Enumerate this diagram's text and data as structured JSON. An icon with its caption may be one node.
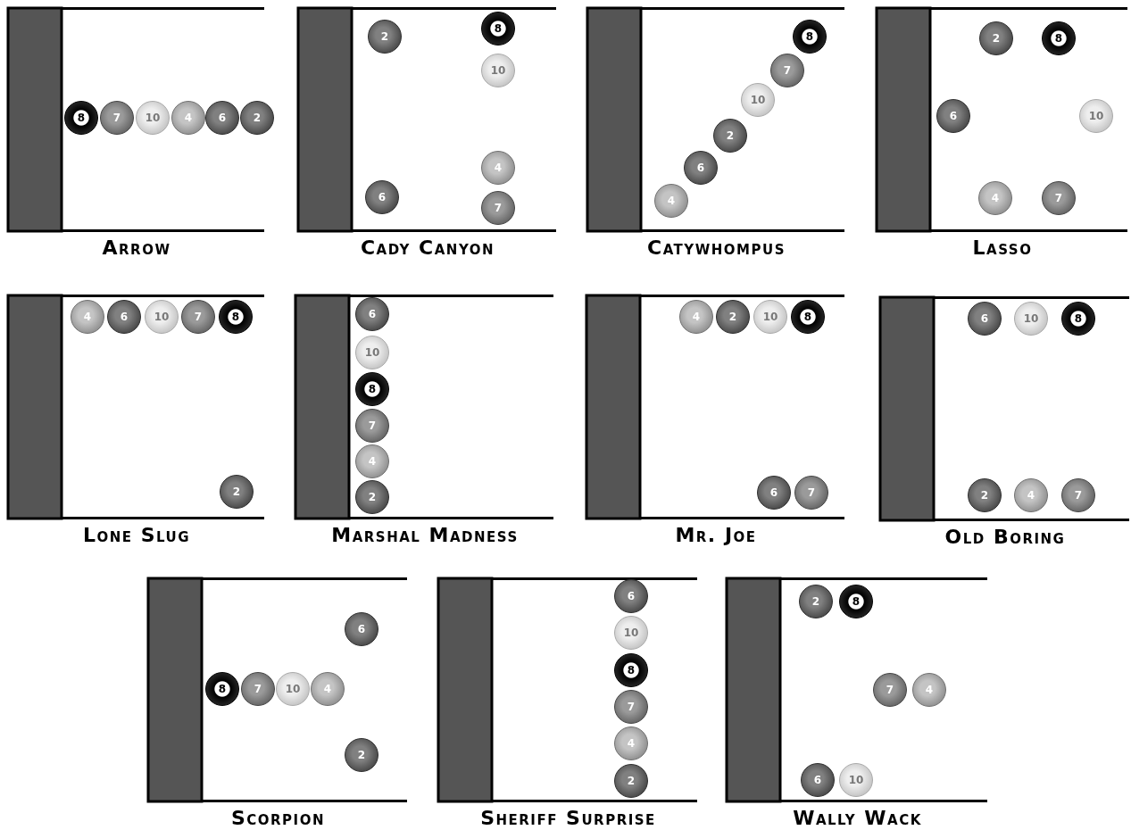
{
  "diagram": {
    "nodes": [
      {
        "text": [
          "Arrow"
        ]
      },
      {
        "text": [
          "8"
        ],
        "in": 0
      },
      {
        "text": [
          "7"
        ],
        "in": 0
      },
      {
        "text": [
          "10"
        ],
        "in": 0
      },
      {
        "text": [
          "4"
        ],
        "in": 0
      },
      {
        "text": [
          "6"
        ],
        "in": 0
      },
      {
        "text": [
          "2"
        ],
        "in": 0
      },
      {
        "text": [
          "Cady Canyon"
        ]
      },
      {
        "text": [
          "2"
        ],
        "in": 7
      },
      {
        "text": [
          "8"
        ],
        "in": 7
      },
      {
        "text": [
          "10"
        ],
        "in": 7
      },
      {
        "text": [
          "4"
        ],
        "in": 7
      },
      {
        "text": [
          "6"
        ],
        "in": 7
      },
      {
        "text": [
          "7"
        ],
        "in": 7
      },
      {
        "text": [
          "Catywhompus"
        ]
      },
      {
        "text": [
          "8"
        ],
        "in": 14
      },
      {
        "text": [
          "7"
        ],
        "in": 14
      },
      {
        "text": [
          "10"
        ],
        "in": 14
      },
      {
        "text": [
          "2"
        ],
        "in": 14
      },
      {
        "text": [
          "6"
        ],
        "in": 14
      },
      {
        "text": [
          "4"
        ],
        "in": 14
      },
      {
        "text": [
          "Lasso"
        ]
      },
      {
        "text": [
          "2"
        ],
        "in": 21
      },
      {
        "text": [
          "8"
        ],
        "in": 21
      },
      {
        "text": [
          "6"
        ],
        "in": 21
      },
      {
        "text": [
          "10"
        ],
        "in": 21
      },
      {
        "text": [
          "4"
        ],
        "in": 21
      },
      {
        "text": [
          "7"
        ],
        "in": 21
      },
      {
        "text": [
          "Lone Slug"
        ]
      },
      {
        "text": [
          "4"
        ],
        "in": 28
      },
      {
        "text": [
          "6"
        ],
        "in": 28
      },
      {
        "text": [
          "10"
        ],
        "in": 28
      },
      {
        "text": [
          "7"
        ],
        "in": 28
      },
      {
        "text": [
          "8"
        ],
        "in": 28
      },
      {
        "text": [
          "2"
        ],
        "in": 28
      },
      {
        "text": [
          "Marshal Madness"
        ]
      },
      {
        "text": [
          "6"
        ],
        "in": 35
      },
      {
        "text": [
          "10"
        ],
        "in": 35
      },
      {
        "text": [
          "8"
        ],
        "in": 35
      },
      {
        "text": [
          "7"
        ],
        "in": 35
      },
      {
        "text": [
          "4"
        ],
        "in": 35
      },
      {
        "text": [
          "2"
        ],
        "in": 35
      },
      {
        "text": [
          "Mr. Joe"
        ]
      },
      {
        "text": [
          "4"
        ],
        "in": 42
      },
      {
        "text": [
          "2"
        ],
        "in": 42
      },
      {
        "text": [
          "10"
        ],
        "in": 42
      },
      {
        "text": [
          "8"
        ],
        "in": 42
      },
      {
        "text": [
          "6"
        ],
        "in": 42
      },
      {
        "text": [
          "7"
        ],
        "in": 42
      },
      {
        "text": [
          "Old Boring"
        ]
      },
      {
        "text": [
          "6"
        ],
        "in": 49
      },
      {
        "text": [
          "10"
        ],
        "in": 49
      },
      {
        "text": [
          "8"
        ],
        "in": 49
      },
      {
        "text": [
          "2"
        ],
        "in": 49
      },
      {
        "text": [
          "4"
        ],
        "in": 49
      },
      {
        "text": [
          "7"
        ],
        "in": 49
      },
      {
        "text": [
          "Scorpion"
        ]
      },
      {
        "text": [
          "6"
        ],
        "in": 56
      },
      {
        "text": [
          "8"
        ],
        "in": 56
      },
      {
        "text": [
          "7"
        ],
        "in": 56
      },
      {
        "text": [
          "10"
        ],
        "in": 56
      },
      {
        "text": [
          "4"
        ],
        "in": 56
      },
      {
        "text": [
          "2"
        ],
        "in": 56
      },
      {
        "text": [
          "Sheriff Surprise"
        ]
      },
      {
        "text": [
          "6"
        ],
        "in": 63
      },
      {
        "text": [
          "10"
        ],
        "in": 63
      },
      {
        "text": [
          "8"
        ],
        "in": 63
      },
      {
        "text": [
          "7"
        ],
        "in": 63
      },
      {
        "text": [
          "4"
        ],
        "in": 63
      },
      {
        "text": [
          "2"
        ],
        "in": 63
      },
      {
        "text": [
          "Wally Wack"
        ]
      },
      {
        "text": [
          "2"
        ],
        "in": 70
      },
      {
        "text": [
          "8"
        ],
        "in": 70
      },
      {
        "text": [
          "7"
        ],
        "in": 70
      },
      {
        "text": [
          "4"
        ],
        "in": 70
      },
      {
        "text": [
          "6"
        ],
        "in": 70
      },
      {
        "text": [
          "10"
        ],
        "in": 70
      }
    ]
  }
}
